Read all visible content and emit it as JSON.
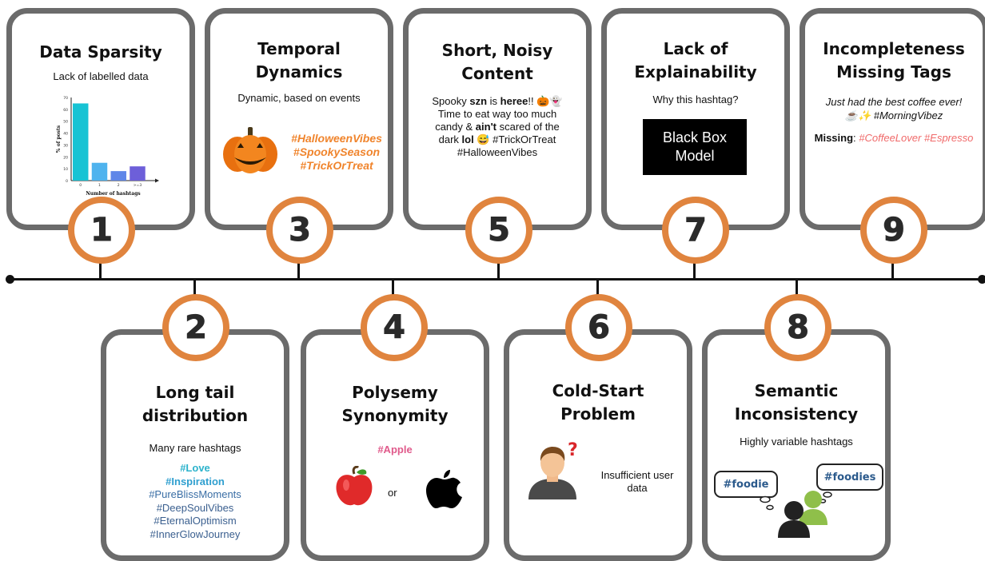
{
  "colors": {
    "accent": "#e0843e",
    "border": "#6b6b6b",
    "orange_tags": "#f0842c",
    "pink": "#e05a8b",
    "teal": "#2db3cc",
    "blue": "#3a5f8f",
    "missing_red": "#f06a6a"
  },
  "cards": [
    {
      "num": "1",
      "title_lines": [
        "Data Sparsity"
      ],
      "subtitle": "Lack of labelled data"
    },
    {
      "num": "3",
      "title_lines": [
        "Temporal",
        "Dynamics"
      ],
      "subtitle": "Dynamic, based on events",
      "tags": [
        "#HalloweenVibes",
        "#SpookySeason",
        "#TrickOrTreat"
      ]
    },
    {
      "num": "5",
      "title_lines": [
        "Short, Noisy",
        "Content"
      ],
      "text": {
        "l1a": "Spooky ",
        "l1b": "szn",
        "l1c": " is ",
        "l1d": "heree",
        "l1e": "!! 🎃👻",
        "l2": "Time to eat way too much",
        "l3a": "candy & ",
        "l3b": "ain't",
        "l3c": " scared of the",
        "l4a": "dark ",
        "l4b": "lol",
        "l4c": " 😅 #TrickOrTreat",
        "l5": "#HalloweenVibes"
      }
    },
    {
      "num": "7",
      "title_lines": [
        "Lack of",
        "Explainability"
      ],
      "subtitle": "Why this hashtag?",
      "box": [
        "Black Box",
        "Model"
      ]
    },
    {
      "num": "9",
      "title_lines": [
        "Incompleteness",
        "Missing Tags"
      ],
      "post_line1": "Just had the best coffee ever!",
      "post_line2": "☕✨ #MorningVibez",
      "missing_label": "Missing",
      "missing_sep": ": ",
      "missing_tags": "#CoffeeLover #Espresso"
    },
    {
      "num": "2",
      "title_lines": [
        "Long tail",
        "distribution"
      ],
      "subtitle": "Many rare hashtags",
      "tags": [
        "#Love",
        "#Inspiration",
        "#PureBlissMoments",
        "#DeepSoulVibes",
        "#EternalOptimism",
        "#InnerGlowJourney"
      ]
    },
    {
      "num": "4",
      "title_lines": [
        "Polysemy",
        "Synonymity"
      ],
      "tag": "#Apple",
      "or": "or"
    },
    {
      "num": "6",
      "title_lines": [
        "Cold-Start",
        "Problem"
      ],
      "desc": [
        "Insufficient user",
        "data"
      ],
      "question": "?"
    },
    {
      "num": "8",
      "title_lines": [
        "Semantic",
        "Inconsistency"
      ],
      "subtitle": "Highly variable hashtags",
      "bubbles": [
        "#foodie",
        "#foodies"
      ]
    }
  ],
  "chart_data": {
    "type": "bar",
    "categories": [
      "0",
      "1",
      "2",
      ">=3"
    ],
    "values": [
      65,
      15,
      8,
      12
    ],
    "xlabel": "Number of hashtags",
    "ylabel": "% of posts",
    "ylim": [
      0,
      70
    ],
    "yticks": [
      0,
      10,
      20,
      30,
      40,
      50,
      60,
      70
    ],
    "colors": [
      "#17c3d4",
      "#4fb3ee",
      "#5f86e8",
      "#6d5fd9"
    ]
  }
}
